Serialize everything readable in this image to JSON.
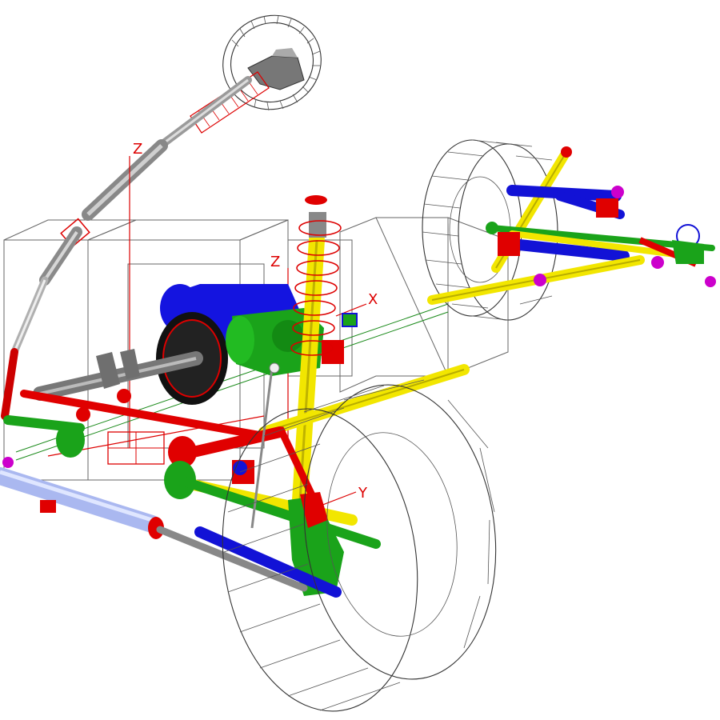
{
  "axis_labels": {
    "z_upper": "Z",
    "z_strut": "Z",
    "x_strut": "X",
    "y_front": "Y"
  },
  "colors": {
    "background": "#ffffff",
    "wireframe": "#333333",
    "axis": "#dd0000",
    "strut": "#f2e600",
    "link_red": "#e00000",
    "part_green": "#1aa31a",
    "part_blue": "#1212d6",
    "shaft_gray": "#8a8a8a",
    "rack_lightblue": "#aab8f0",
    "engine_block": "#111111"
  }
}
